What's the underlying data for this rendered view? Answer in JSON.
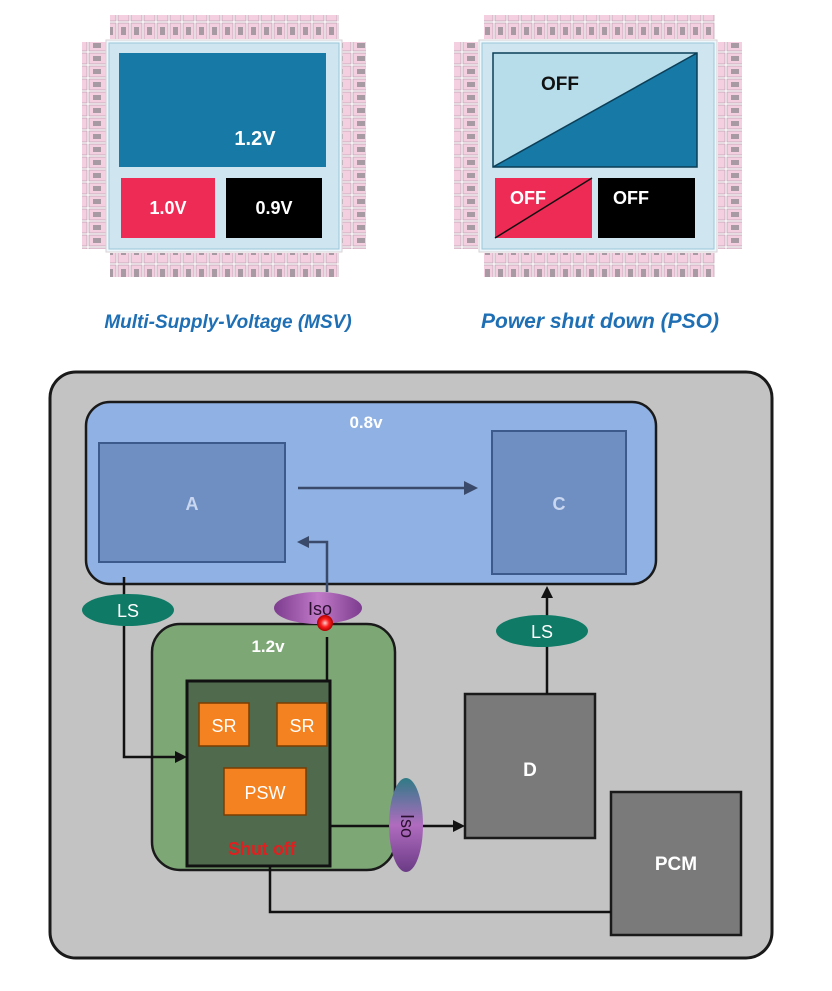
{
  "msv": {
    "caption": "Multi-Supply-Voltage (MSV)",
    "top_voltage": "1.2V",
    "left_voltage": "1.0V",
    "right_voltage": "0.9V"
  },
  "pso": {
    "caption": "Power shut down (PSO)",
    "top_state": "OFF",
    "left_state": "OFF",
    "right_state": "OFF"
  },
  "domain_diagram": {
    "outer_voltage": "0.8v",
    "block_a": "A",
    "block_c": "C",
    "inner_voltage": "1.2v",
    "sr_left": "SR",
    "sr_right": "SR",
    "psw": "PSW",
    "shutoff_label": "Shut off",
    "ls_left": "LS",
    "ls_right": "LS",
    "iso_top": "Iso",
    "iso_right": "Iso",
    "block_d": "D",
    "block_pcm": "PCM"
  },
  "colors": {
    "chip_blue": "#1679a6",
    "chip_light": "#b7dcea",
    "chip_red": "#ee2b55",
    "chip_black": "#000000",
    "caption_blue": "#1f6fb5",
    "domain_blue": "#8fb1e3",
    "inner_green": "#7ea776",
    "gray_block": "#7a7a7a",
    "ls_green": "#0f7a66",
    "iso_purple": "#9b4a9b",
    "sr_orange": "#f58220",
    "shutoff_red": "#e02020"
  }
}
